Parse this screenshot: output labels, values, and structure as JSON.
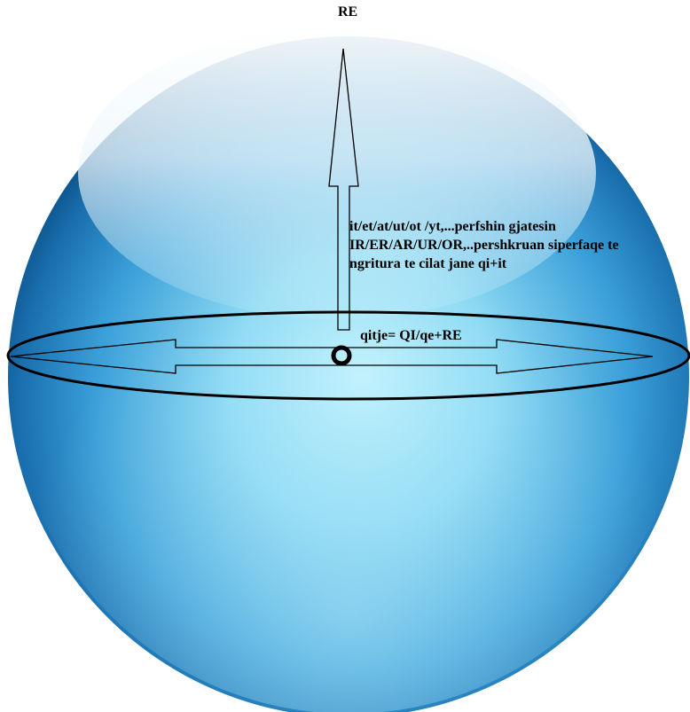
{
  "diagram": {
    "top_label": "RE",
    "description_lines": [
      "it/et/at/ut/ot /yt,...perfshin gjatesin",
      "IR/ER/AR/UR/OR,..pershkruan siperfaqe te",
      "ngritura te cilat jane qi+it"
    ],
    "formula": "qitje= QI/qe+RE",
    "center_marker": "O",
    "colors": {
      "sphere_dark": "#0a4f86",
      "sphere_mid": "#3a9fd8",
      "sphere_light": "#b8ecfb",
      "highlight": "#e8f4fb",
      "outline": "#000000"
    }
  }
}
